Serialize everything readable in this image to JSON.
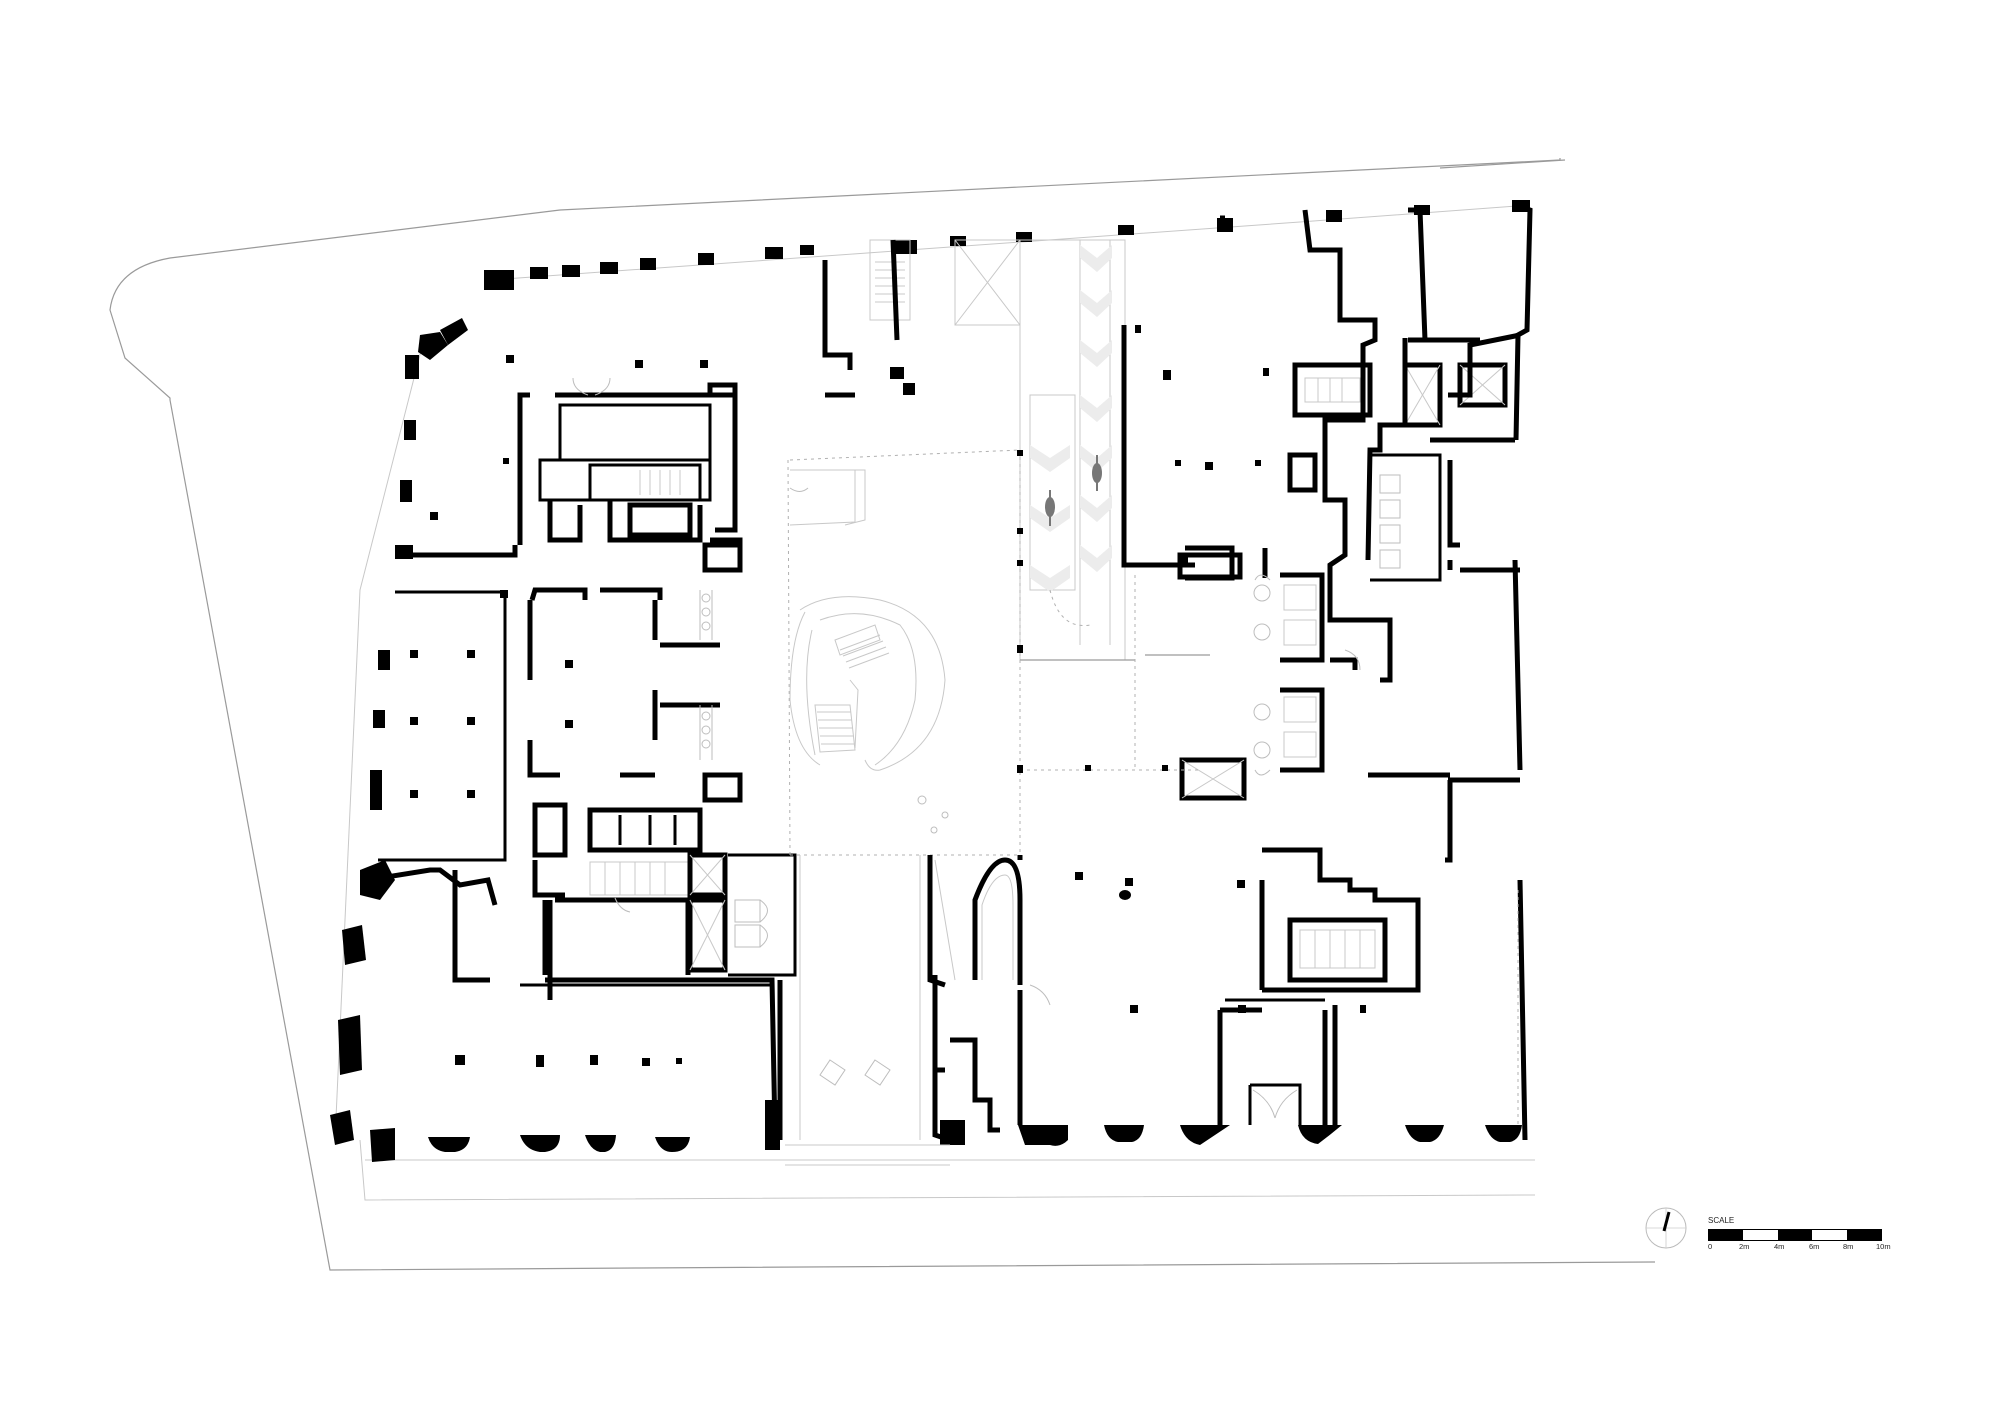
{
  "drawing": {
    "type": "architectural floor plan",
    "background": "#ffffff",
    "wall_color": "#000000",
    "annotation_color": "#9a9a9a"
  },
  "scale": {
    "title": "SCALE",
    "ticks": [
      "0",
      "2m",
      "4m",
      "6m",
      "8m",
      "10m"
    ],
    "segments": [
      "#000000",
      "#ffffff",
      "#000000",
      "#ffffff",
      "#000000"
    ]
  },
  "north_arrow": {
    "icon": "north-arrow-icon",
    "rotation_deg": 10
  },
  "features": [
    {
      "name": "central-spiral-staircase",
      "type": "curved stair in central atrium"
    },
    {
      "name": "bicycle-ramps",
      "type": "two parallel ramps with chevron markings and cyclist symbols"
    },
    {
      "name": "elevator-cores",
      "type": "lift shafts with cross markings"
    },
    {
      "name": "stair-cores",
      "type": "straight-run stairs"
    },
    {
      "name": "perimeter-columns",
      "type": "masonry piers along façade"
    },
    {
      "name": "restrooms",
      "type": "toilet cubicles"
    }
  ]
}
